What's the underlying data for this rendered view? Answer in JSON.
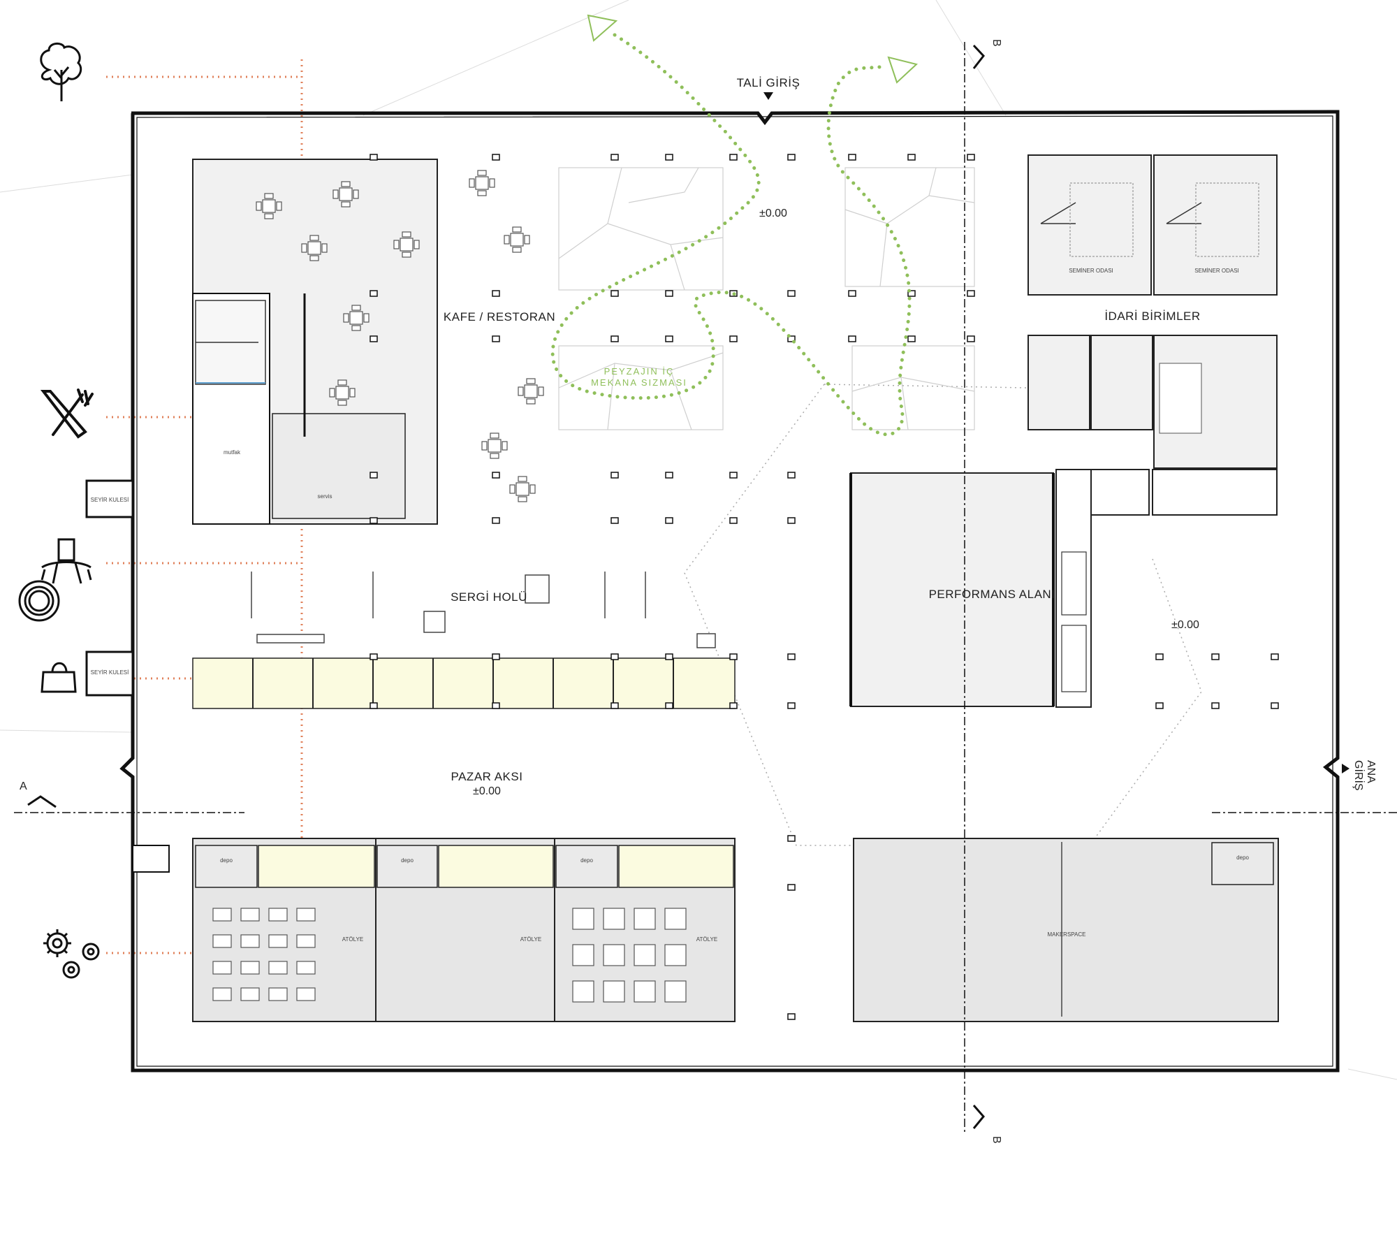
{
  "labels": {
    "tali_giris": "TALİ GİRİŞ",
    "ana_giris_1": "ANA",
    "ana_giris_2": "GİRİŞ",
    "kafe_restoran": "KAFE / RESTORAN",
    "sergi_holu": "SERGİ HOLÜ",
    "pazar_aksi": "PAZAR AKSI",
    "performans_alani": "PERFORMANS ALANI",
    "idari_birimler": "İDARİ BİRİMLER",
    "peyzaj_1": "PEYZAJIN İÇ",
    "peyzaj_2": "MEKANA SIZMASI",
    "level_1": "±0.00",
    "level_2": "±0.00",
    "level_3": "±0.00",
    "mutfak": "mutfak",
    "servis": "servis",
    "seyir_kulesi_1": "SEYİR KULESİ",
    "seyir_kulesi_2": "SEYİR KULESİ",
    "seminer_1": "SEMİNER ODASI",
    "seminer_2": "SEMİNER ODASI",
    "depo_1": "depo",
    "depo_2": "depo",
    "depo_3": "depo",
    "depo_4": "depo",
    "atolye_1": "ATÖLYE",
    "atolye_2": "ATÖLYE",
    "atolye_3": "ATÖLYE",
    "makerspace": "MAKERSPACE",
    "section_a": "A",
    "section_b_top": "B",
    "section_b_bottom": "B"
  },
  "legend_icons": [
    "tree-icon",
    "fork-knife-icon",
    "performance-stage-icon",
    "shopping-bag-icon",
    "gears-icon"
  ],
  "colors": {
    "landscape_path": "#8fbf5a",
    "axis_dots": "#e0805a",
    "room_fill": "#f1f1f1",
    "workshop_fill": "#e6e6e6",
    "stall_fill": "#fbfbe0"
  }
}
